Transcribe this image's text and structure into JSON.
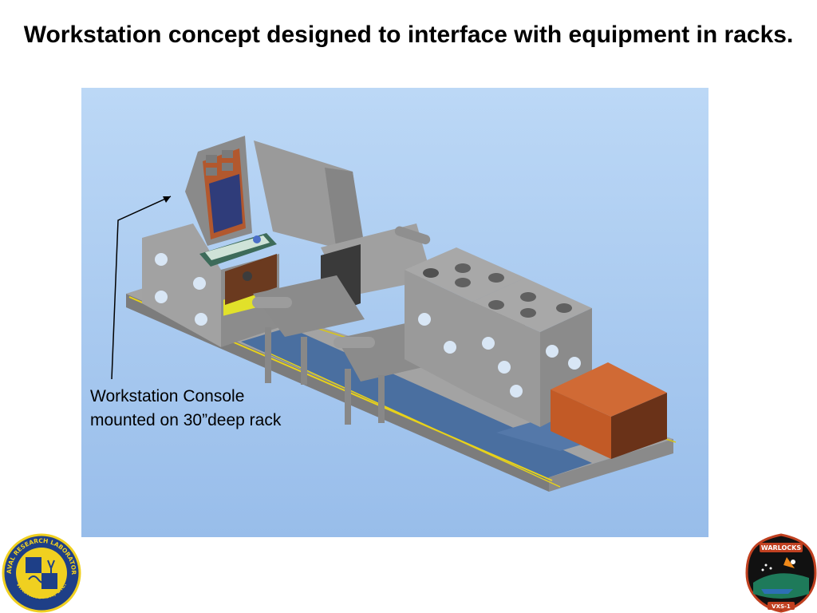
{
  "slide": {
    "title": "Workstation concept designed to interface with equipment in racks.",
    "caption": "Workstation Console\nmounted on 30”deep rack"
  },
  "logos": {
    "left": {
      "top_text": "NAVAL RESEARCH LABORATORY",
      "bottom_text": "WASHINGTON, D.C."
    },
    "right": {
      "top_text": "WARLOCKS",
      "bottom_text": "VXS-1"
    }
  },
  "colors": {
    "sky_top": "#bcd8f6",
    "sky_bottom": "#9bbfeb",
    "rack_gray": "#9a9a9a",
    "floor_blue": "#4a6fa0",
    "accent_orange": "#c45a27",
    "rail_yellow": "#e8d21a",
    "nrl_blue": "#1e3f87",
    "nrl_gold": "#f0d020"
  },
  "icons": [
    "workstation-console-render",
    "cargo-box",
    "nrl-seal-icon",
    "warlocks-patch-icon"
  ]
}
